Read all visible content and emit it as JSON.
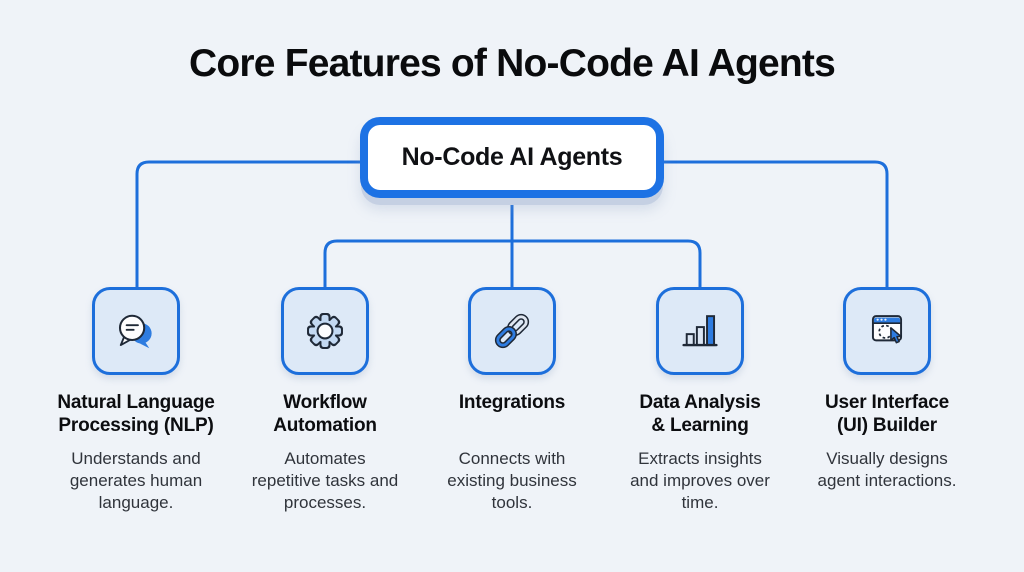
{
  "title": "Core Features of No-Code AI Agents",
  "root_node": {
    "label": "No-Code AI Agents"
  },
  "features": [
    {
      "id": "nlp",
      "icon": "speech-bubbles-icon",
      "heading": "Natural Language\nProcessing (NLP)",
      "description": "Understands and\ngenerates human\nlanguage."
    },
    {
      "id": "workflow-automation",
      "icon": "gear-icon",
      "heading": "Workflow\nAutomation",
      "description": "Automates\nrepetitive tasks and\nprocesses."
    },
    {
      "id": "integrations",
      "icon": "chain-link-icon",
      "heading": "Integrations",
      "description": "Connects with\nexisting business\ntools."
    },
    {
      "id": "data-analysis-learning",
      "icon": "bar-chart-icon",
      "heading": "Data Analysis\n& Learning",
      "description": "Extracts insights\nand improves over\ntime."
    },
    {
      "id": "ui-builder",
      "icon": "browser-cursor-icon",
      "heading": "User Interface\n(UI) Builder",
      "description": "Visually designs\nagent interactions."
    }
  ],
  "colors": {
    "background": "#eff3f8",
    "primary_blue": "#1d72e4",
    "connector_blue": "#1d6fdb",
    "icon_box_fill": "#dde9f7",
    "icon_fill_blue": "#2e7ce0",
    "icon_fill_light": "#d9e5f3",
    "icon_outline_dark": "#1f2937",
    "heading_text": "#0c0d10",
    "body_text": "#30343b",
    "node_shadow": "#c5d0e3"
  }
}
